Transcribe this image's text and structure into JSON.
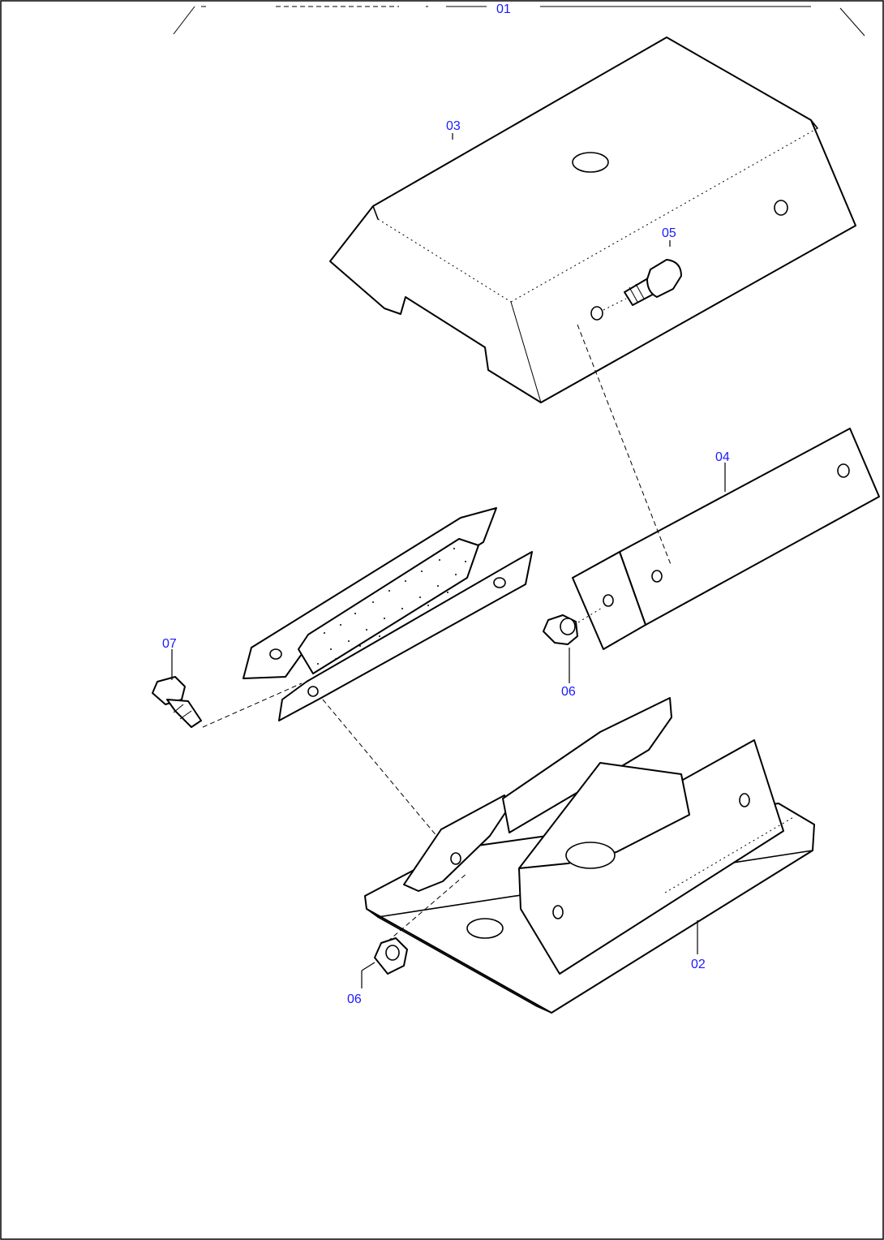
{
  "callouts": {
    "c01": "01",
    "c02": "02",
    "c03": "03",
    "c04": "04",
    "c05": "05",
    "c06a": "06",
    "c06b": "06",
    "c07": "07"
  },
  "colors": {
    "callout_text": "#1a1aff",
    "line": "#000000",
    "background": "#ffffff"
  }
}
